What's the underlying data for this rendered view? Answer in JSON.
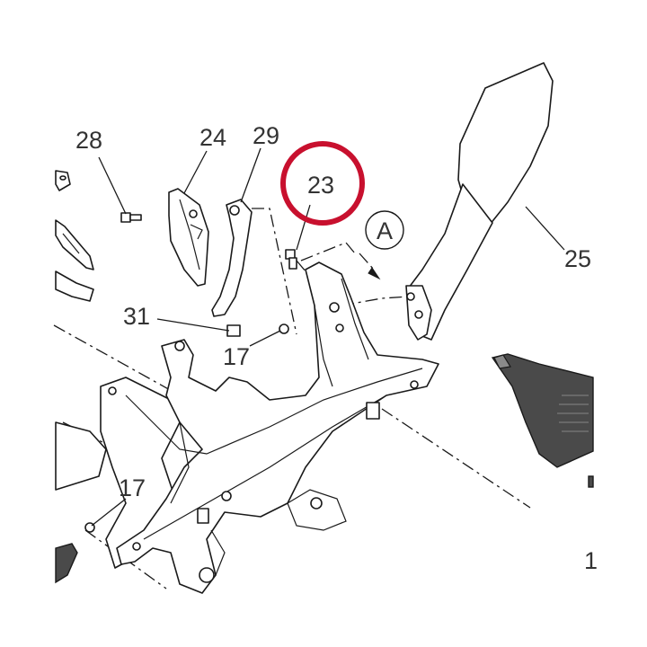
{
  "labels": {
    "p28": "28",
    "p24": "24",
    "p29": "29",
    "p23": "23",
    "pA": "A",
    "p25": "25",
    "p31": "31",
    "p17a": "17",
    "p17b": "17",
    "p1": "1"
  },
  "colors": {
    "highlight": "#c8102e",
    "line": "#1a1a1a",
    "label": "#333333",
    "panel": "#4a4a4a"
  }
}
